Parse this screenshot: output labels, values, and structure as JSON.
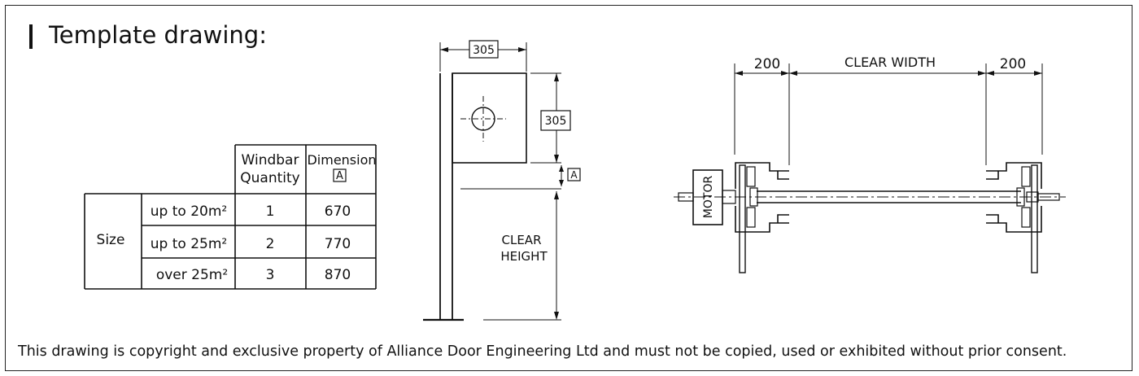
{
  "title": "Template drawing:",
  "table": {
    "header_col1": [
      "Windbar",
      "Quantity"
    ],
    "header_col2": "Dimension",
    "header_col2_marker": "A",
    "group_label": "Size",
    "rows": [
      {
        "size": "up to 20m²",
        "quantity": "1",
        "dimension": "670"
      },
      {
        "size": "up to 25m²",
        "quantity": "2",
        "dimension": "770"
      },
      {
        "size": "over 25m²",
        "quantity": "3",
        "dimension": "870"
      }
    ]
  },
  "side_view": {
    "width_dim": "305",
    "height_dim": "305",
    "marker": "A",
    "clear_height": [
      "CLEAR",
      "HEIGHT"
    ]
  },
  "plan_view": {
    "left_dim": "200",
    "center_label": "CLEAR WIDTH",
    "right_dim": "200",
    "motor_label": "MOTOR"
  },
  "copyright": "This drawing is copyright and exclusive property of Alliance Door Engineering Ltd and must not be copied, used or exhibited without prior consent."
}
